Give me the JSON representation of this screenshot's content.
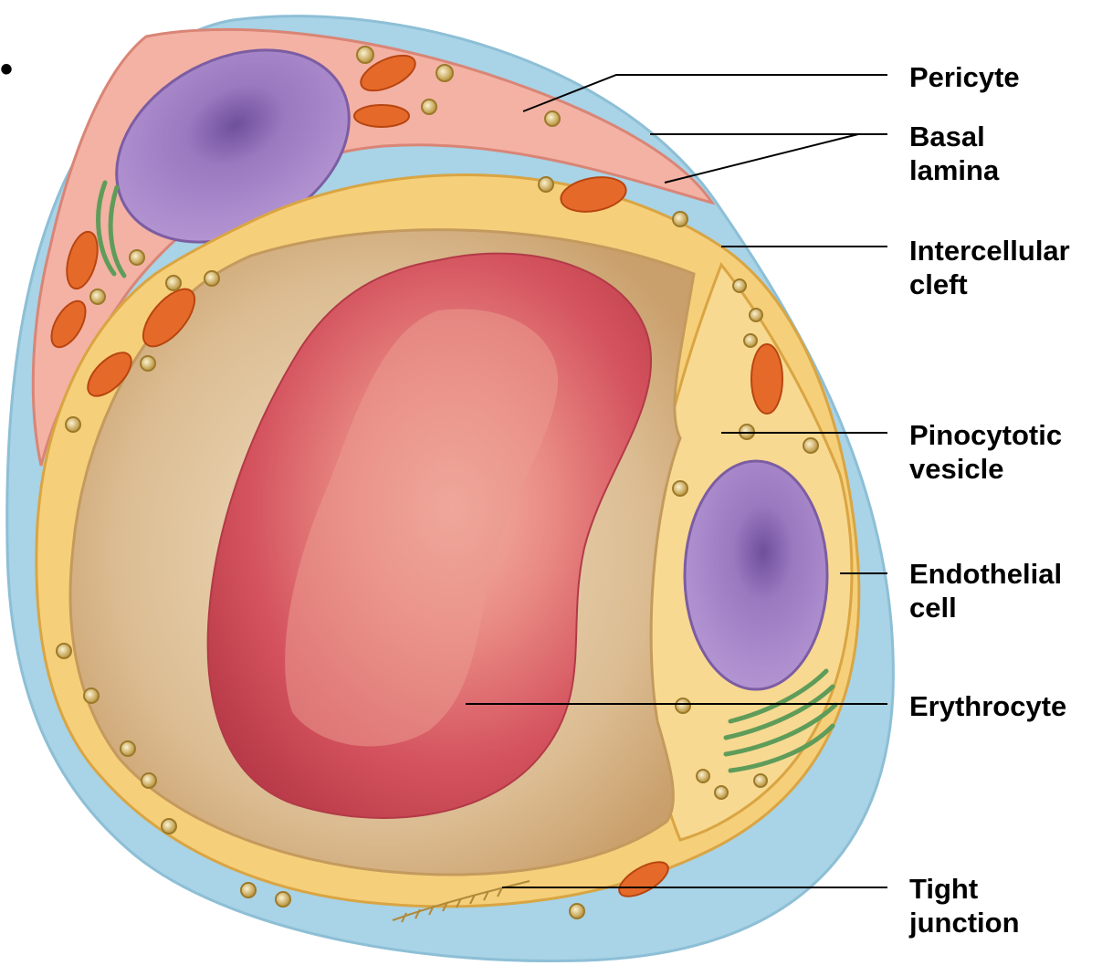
{
  "diagram": {
    "stray_mark": "•",
    "labels": [
      {
        "id": "pericyte",
        "line1": "Pericyte",
        "line2": ""
      },
      {
        "id": "basal-lamina",
        "line1": "Basal",
        "line2": "lamina"
      },
      {
        "id": "intercellular-cleft",
        "line1": "Intercellular",
        "line2": "cleft"
      },
      {
        "id": "pinocytotic-vesicle",
        "line1": "Pinocytotic",
        "line2": "vesicle"
      },
      {
        "id": "endothelial-cell",
        "line1": "Endothelial",
        "line2": "cell"
      },
      {
        "id": "erythrocyte",
        "line1": "Erythrocyte",
        "line2": ""
      },
      {
        "id": "tight-junction",
        "line1": "Tight",
        "line2": "junction"
      }
    ]
  },
  "colors": {
    "basal_lamina": "#a9d3e6",
    "pericyte": "#f3b2a4",
    "endothelium": "#f6cf7a",
    "lumen": "#d9b88e",
    "erythrocyte": "#d85a64",
    "nucleus": "#9a78bd",
    "mitochondria": "#e56a2a",
    "golgi": "#5f9c5a",
    "vesicle": "#c9a43e"
  }
}
